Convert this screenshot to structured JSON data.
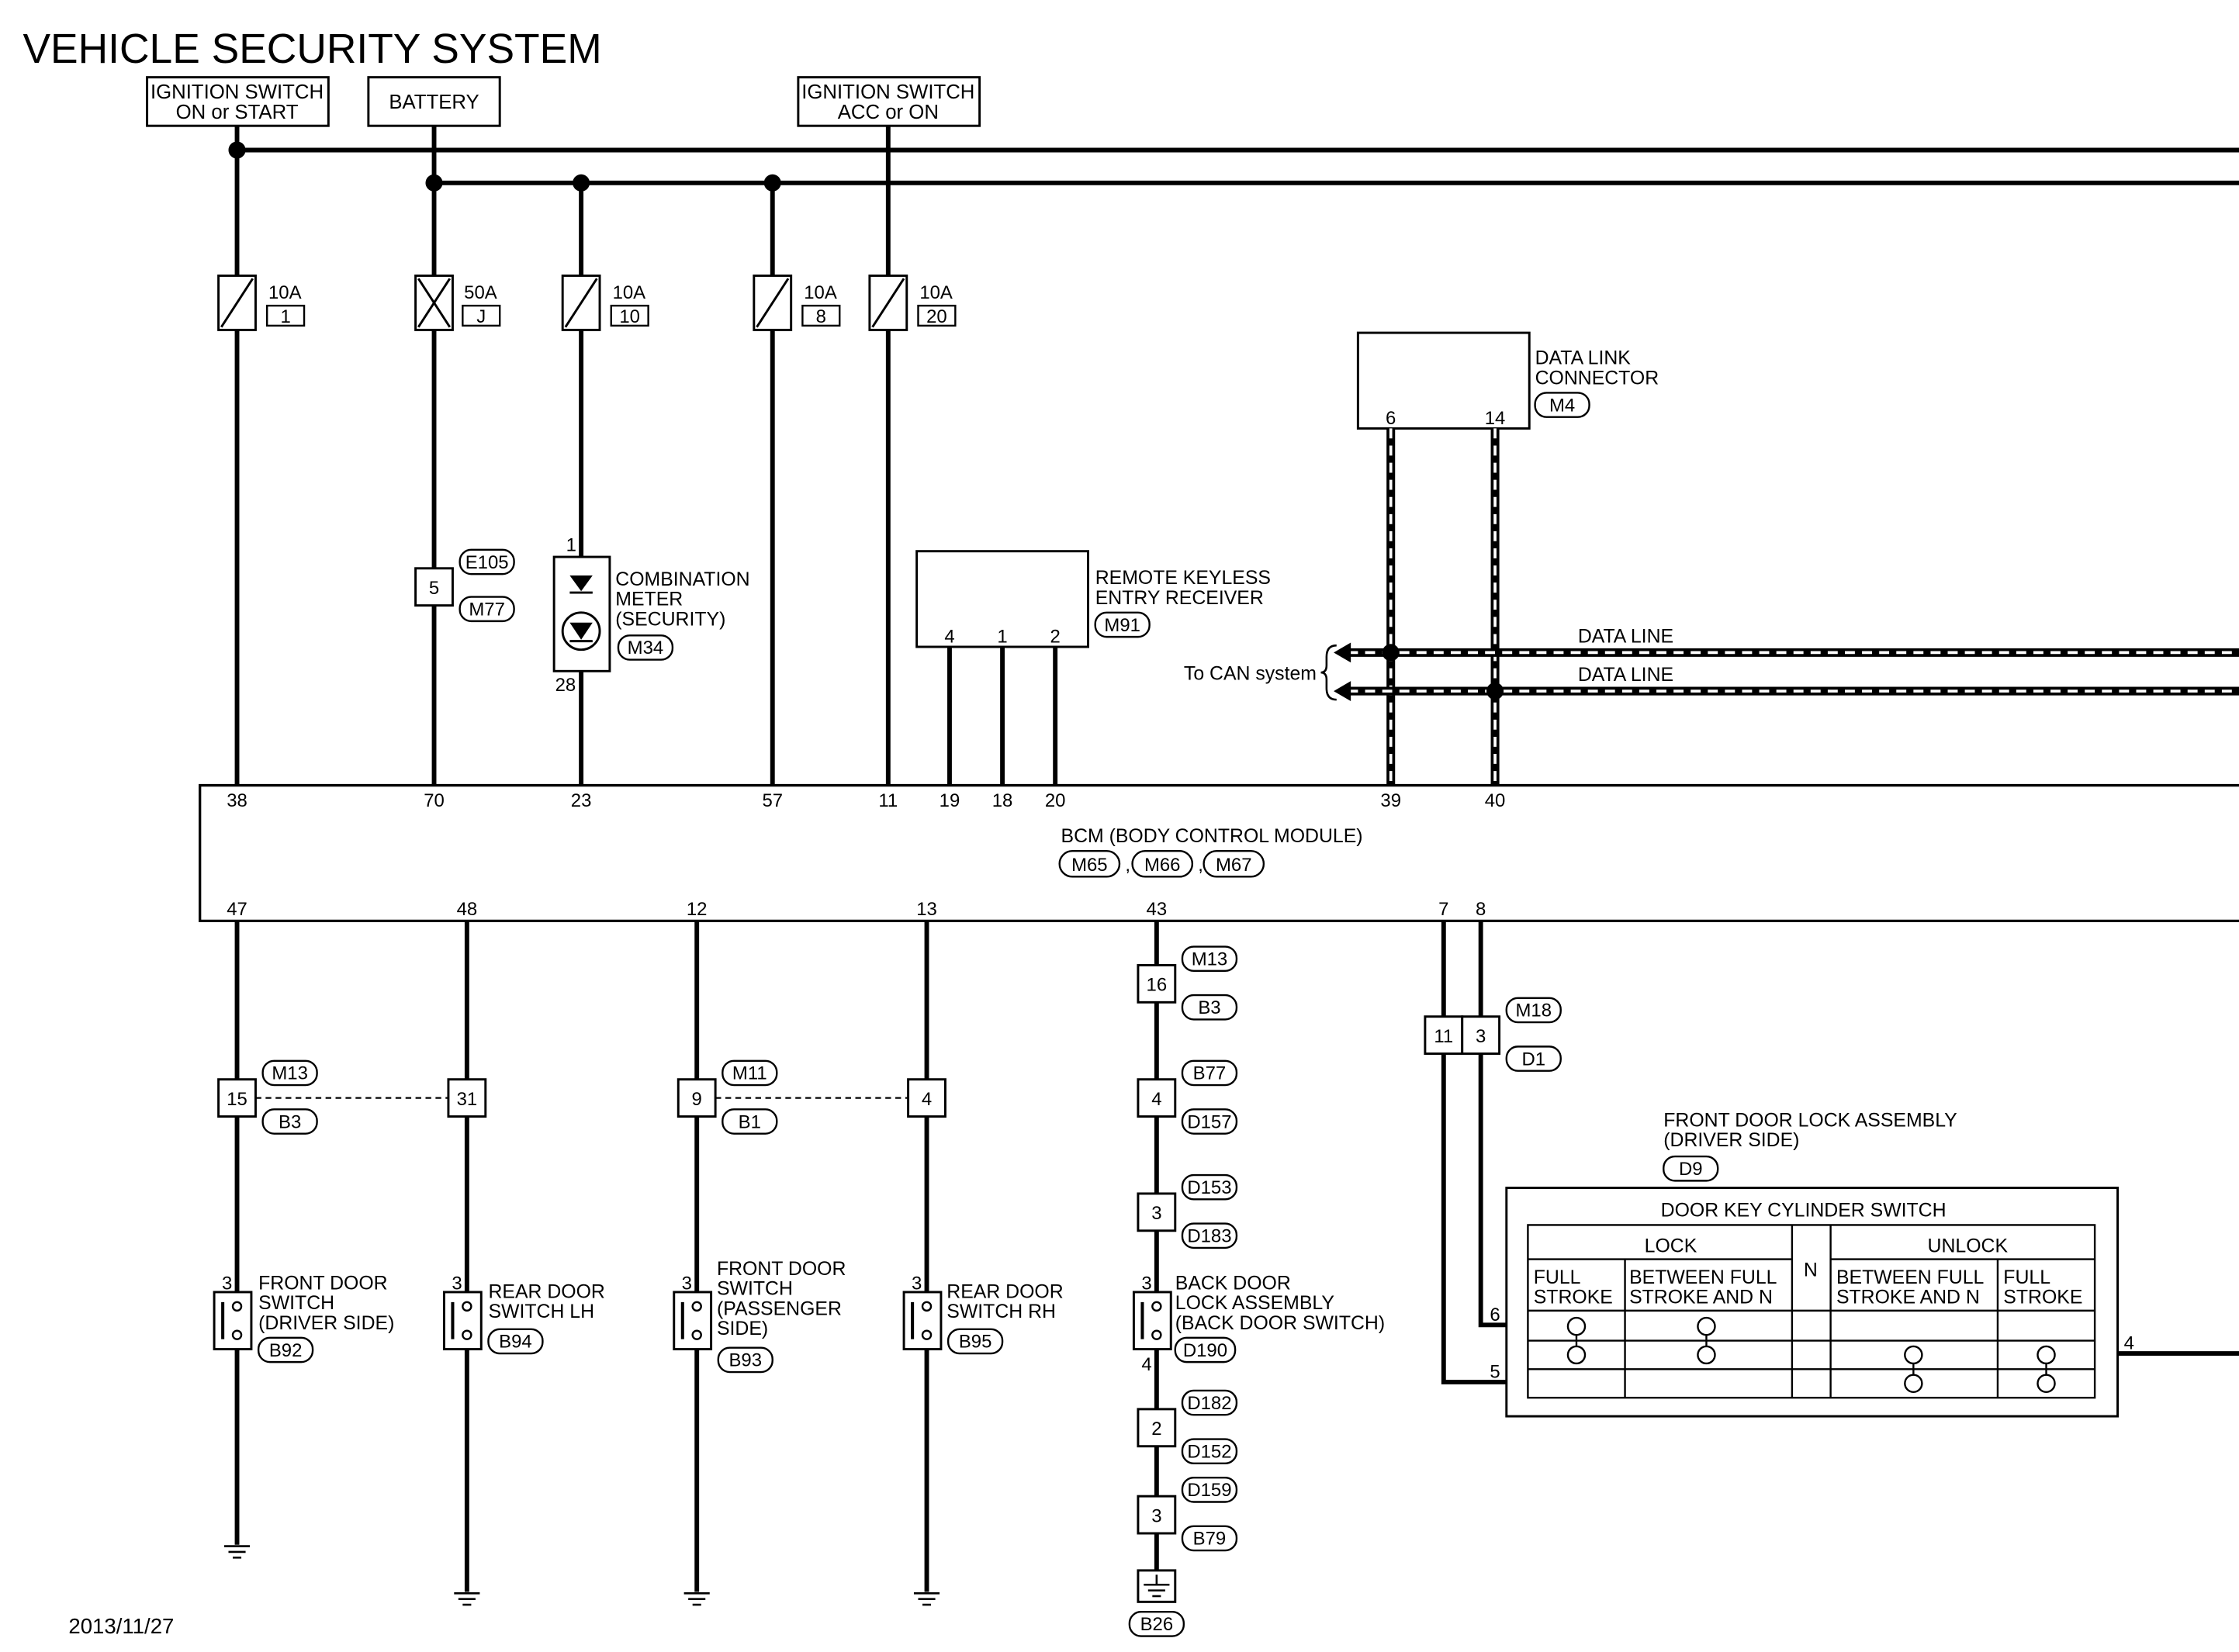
{
  "title": "VEHICLE SECURITY SYSTEM",
  "date": "2013/11/27",
  "power_sources": [
    {
      "id": "ign",
      "label_line1": "IGNITION SWITCH",
      "label_line2": "ON or START"
    },
    {
      "id": "bat",
      "label_line1": "BATTERY",
      "label_line2": ""
    },
    {
      "id": "acc",
      "label_line1": "IGNITION SWITCH",
      "label_line2": "ACC or ON"
    }
  ],
  "fuses": [
    {
      "amp": "10A",
      "num": "1",
      "fusible_link": false
    },
    {
      "amp": "50A",
      "num": "J",
      "fusible_link": true
    },
    {
      "amp": "10A",
      "num": "10",
      "fusible_link": false
    },
    {
      "amp": "10A",
      "num": "8",
      "fusible_link": false
    },
    {
      "amp": "10A",
      "num": "20",
      "fusible_link": false
    }
  ],
  "data_link_connector": {
    "label_line1": "DATA LINK",
    "label_line2": "CONNECTOR",
    "connector": "M4",
    "pins": [
      "6",
      "14"
    ]
  },
  "combination_meter": {
    "label_line1": "COMBINATION",
    "label_line2": "METER",
    "label_line3": "(SECURITY)",
    "connector": "M34",
    "pin_top": "1",
    "pin_bottom": "28"
  },
  "battery_joint": {
    "pin": "5",
    "connector_top": "E105",
    "connector_bottom": "M77"
  },
  "remote_keyless": {
    "label_line1": "REMOTE KEYLESS",
    "label_line2": "ENTRY RECEIVER",
    "connector": "M91",
    "pins": [
      "4",
      "1",
      "2"
    ]
  },
  "can": {
    "line1": "DATA LINE",
    "line2": "DATA LINE",
    "to_label": "To CAN system"
  },
  "bcm": {
    "label": "BCM (BODY CONTROL MODULE)",
    "connectors": [
      "M65",
      "M66",
      "M67"
    ],
    "top_pins": [
      "38",
      "70",
      "23",
      "57",
      "11",
      "19",
      "18",
      "20",
      "39",
      "40"
    ],
    "bottom_pins": [
      "47",
      "48",
      "12",
      "13",
      "43",
      "7",
      "8"
    ]
  },
  "joints": [
    {
      "pin": "15",
      "connector_top": "M13",
      "connector_bottom": "B3"
    },
    {
      "pin": "31"
    },
    {
      "pin": "9",
      "connector_top": "M11",
      "connector_bottom": "B1"
    },
    {
      "pin": "4"
    },
    {
      "pin": "16",
      "connector_top": "M13",
      "connector_bottom": "B3"
    },
    {
      "pin": "4",
      "connector_top": "B77",
      "connector_bottom": "D157"
    },
    {
      "pin": "3",
      "connector_top": "D153",
      "connector_bottom": "D183"
    },
    {
      "pin": "2",
      "connector_top": "D182",
      "connector_bottom": "D152"
    },
    {
      "pin": "3",
      "connector_top": "D159",
      "connector_bottom": "B79"
    },
    {
      "pin": "11"
    },
    {
      "pin": "3",
      "connector_top": "M18",
      "connector_bottom": "D1"
    }
  ],
  "switches": [
    {
      "pin": "3",
      "label_line1": "FRONT DOOR",
      "label_line2": "SWITCH",
      "label_line3": "(DRIVER SIDE)",
      "label_line4": "",
      "connector": "B92"
    },
    {
      "pin": "3",
      "label_line1": "REAR DOOR",
      "label_line2": "SWITCH LH",
      "label_line3": "",
      "label_line4": "",
      "connector": "B94"
    },
    {
      "pin": "3",
      "label_line1": "FRONT DOOR",
      "label_line2": "SWITCH",
      "label_line3": "(PASSENGER",
      "label_line4": "SIDE)",
      "connector": "B93"
    },
    {
      "pin": "3",
      "label_line1": "REAR DOOR",
      "label_line2": "SWITCH RH",
      "label_line3": "",
      "label_line4": "",
      "connector": "B95"
    },
    {
      "pin": "3",
      "pin_bottom": "4",
      "label_line1": "BACK DOOR",
      "label_line2": "LOCK ASSEMBLY",
      "label_line3": "(BACK DOOR SWITCH)",
      "label_line4": "",
      "connector": "D190"
    }
  ],
  "ground": {
    "connector": "B26"
  },
  "door_lock": {
    "label_line1": "FRONT DOOR LOCK ASSEMBLY",
    "label_line2": "(DRIVER SIDE)",
    "connector": "D9",
    "switch_title": "DOOR KEY CYLINDER SWITCH",
    "group_lock": "LOCK",
    "group_unlock": "UNLOCK",
    "neutral": "N",
    "col_full1": "FULL",
    "col_full2": "STROKE",
    "col_between1": "BETWEEN FULL",
    "col_between2": "STROKE AND N",
    "pins": [
      "6",
      "5",
      "4"
    ]
  }
}
